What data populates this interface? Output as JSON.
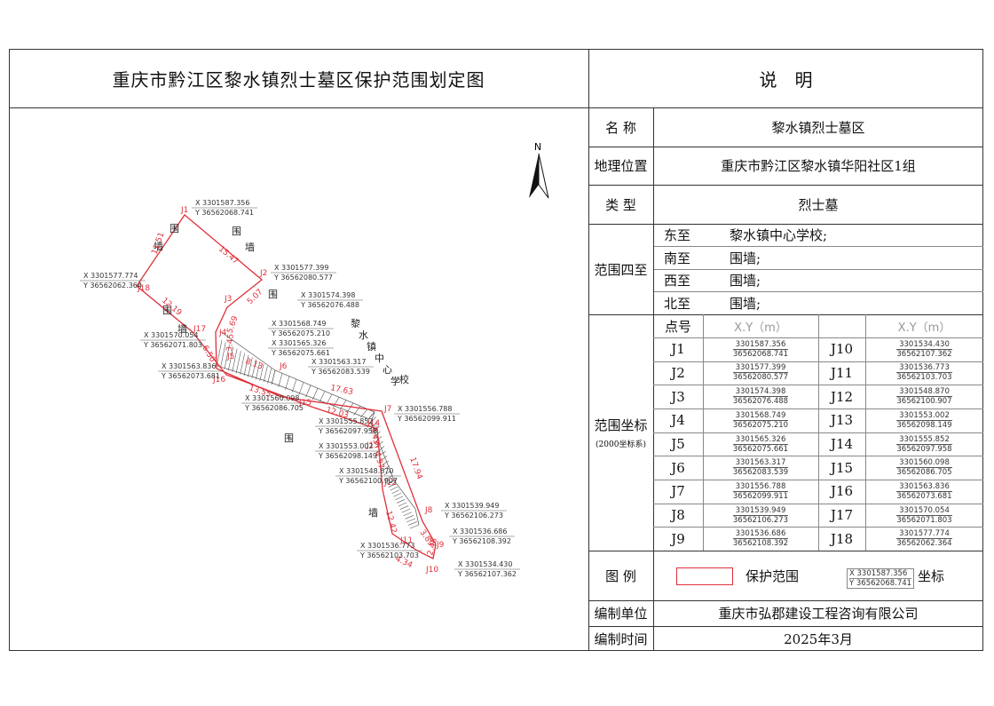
{
  "map_title": "重庆市黔江区黎水镇烈士墓区保护范围划定图",
  "notes_title": "说　明",
  "info": {
    "name_label": "名 称",
    "name_value": "黎水镇烈士墓区",
    "location_label": "地理位置",
    "location_value": "重庆市黔江区黎水镇华阳社区1组",
    "type_label": "类 型",
    "type_value": "烈士墓",
    "bounds_label": "范围四至",
    "bounds": [
      {
        "dir": "东至",
        "value": "黎水镇中心学校;"
      },
      {
        "dir": "南至",
        "value": "围墙;"
      },
      {
        "dir": "西至",
        "value": "围墙;"
      },
      {
        "dir": "北至",
        "value": "围墙;"
      }
    ],
    "coords_label": "范围坐标",
    "coords_sublabel": "(2000坐标系)",
    "point_header": "点号",
    "xy_header": "X.Y（m）",
    "legend_label": "图 例",
    "legend_range": "保护范围",
    "legend_coord": "坐标",
    "legend_sample_x": "X  3301587.356",
    "legend_sample_y": "Y  36562068.741",
    "unit_label": "编制单位",
    "unit_value": "重庆市弘郡建设工程咨询有限公司",
    "time_label": "编制时间",
    "time_value": "2025年3月"
  },
  "points": [
    {
      "id": "J1",
      "x": "3301587.356",
      "y": "36562068.741"
    },
    {
      "id": "J2",
      "x": "3301577.399",
      "y": "36562080.577"
    },
    {
      "id": "J3",
      "x": "3301574.398",
      "y": "36562076.488"
    },
    {
      "id": "J4",
      "x": "3301568.749",
      "y": "36562075.210"
    },
    {
      "id": "J5",
      "x": "3301565.326",
      "y": "36562075.661"
    },
    {
      "id": "J6",
      "x": "3301563.317",
      "y": "36562083.539"
    },
    {
      "id": "J7",
      "x": "3301556.788",
      "y": "36562099.911"
    },
    {
      "id": "J8",
      "x": "3301539.949",
      "y": "36562106.273"
    },
    {
      "id": "J9",
      "x": "3301536.686",
      "y": "36562108.392"
    },
    {
      "id": "J10",
      "x": "3301534.430",
      "y": "36562107.362"
    },
    {
      "id": "J11",
      "x": "3301536.773",
      "y": "36562103.703"
    },
    {
      "id": "J12",
      "x": "3301548.870",
      "y": "36562100.907"
    },
    {
      "id": "J13",
      "x": "3301553.002",
      "y": "36562098.149"
    },
    {
      "id": "J14",
      "x": "3301555.852",
      "y": "36562097.958"
    },
    {
      "id": "J15",
      "x": "3301560.098",
      "y": "36562086.705"
    },
    {
      "id": "J16",
      "x": "3301563.836",
      "y": "36562073.681"
    },
    {
      "id": "J17",
      "x": "3301570.054",
      "y": "36562071.803"
    },
    {
      "id": "J18",
      "x": "3301577.774",
      "y": "36562062.364"
    }
  ],
  "map": {
    "north": "N",
    "school_label": "黎水镇中心学校",
    "wall_labels": [
      "围",
      "墙",
      "围",
      "墙",
      "围",
      "墙",
      "围",
      "墙"
    ],
    "edge_lengths": [
      "15.47",
      "5.07",
      "5.69",
      "3.45",
      "8.13",
      "17.63",
      "17.94",
      "3.89",
      "2.48",
      "4.34",
      "12.42",
      "4.97",
      "3.43",
      "12.03",
      "13.55",
      "6.50",
      "12.19",
      "11.51"
    ]
  }
}
